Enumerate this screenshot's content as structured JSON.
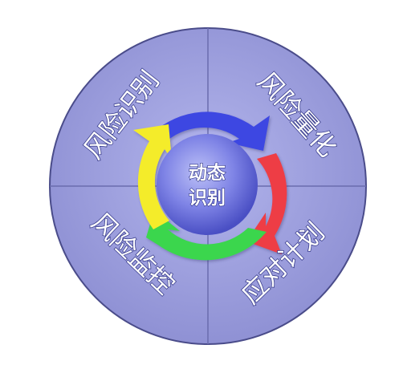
{
  "quadrants": {
    "top_left": "风险识别",
    "top_right": "风险量化",
    "bottom_right": "应对计划",
    "bottom_left": "风险监控"
  },
  "center": {
    "line1": "动态",
    "line2": "识别"
  },
  "colors": {
    "outer_fill": "#9d9fdc",
    "outer_border": "#4a4c8a",
    "divider": "#6a6cae",
    "ring_blue": "#3c46e2",
    "ring_red": "#ee3c44",
    "ring_green": "#3ad64e",
    "ring_yellow": "#f4ec2c",
    "center_fill": "#7478e0"
  }
}
